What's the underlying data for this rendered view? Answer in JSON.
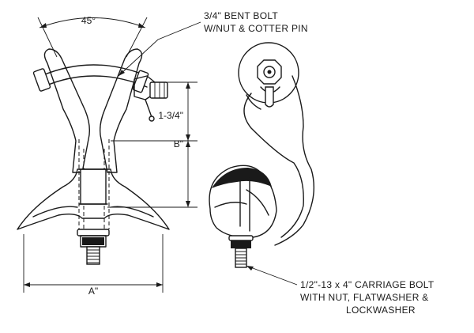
{
  "annotations": {
    "angle": "45°",
    "bent_bolt_line1": "3/4\" BENT BOLT",
    "bent_bolt_line2": "W/NUT & COTTER PIN",
    "dim_small": "1-3/4\"",
    "dim_b": "B\"",
    "dim_a": "A\"",
    "carriage_line1": "1/2\"-13 x 4\" CARRIAGE BOLT",
    "carriage_line2": "WITH NUT, FLATWASHER &",
    "carriage_line3": "LOCKWASHER"
  },
  "colors": {
    "ink": "#1a1a1a",
    "paper": "#ffffff"
  }
}
